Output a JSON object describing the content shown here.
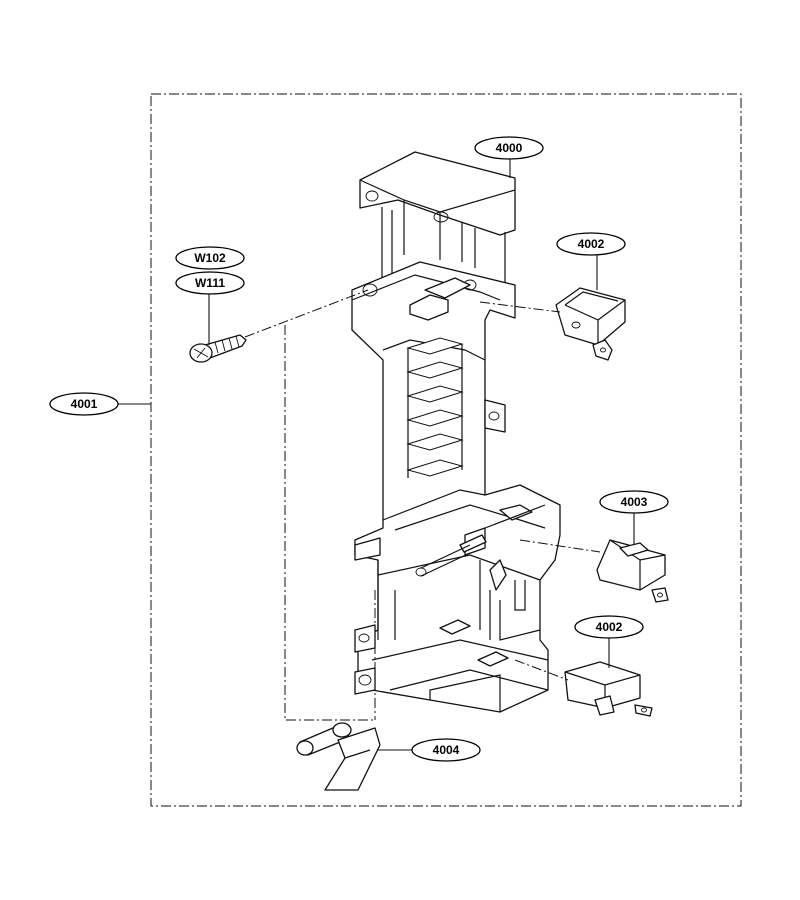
{
  "diagram": {
    "labels": {
      "frame": "4001",
      "latch_board": "4000",
      "switch_top": "4002",
      "switch_middle": "4003",
      "switch_bottom": "4002",
      "lever": "4004",
      "screw_a": "W102",
      "screw_b": "W111"
    }
  }
}
